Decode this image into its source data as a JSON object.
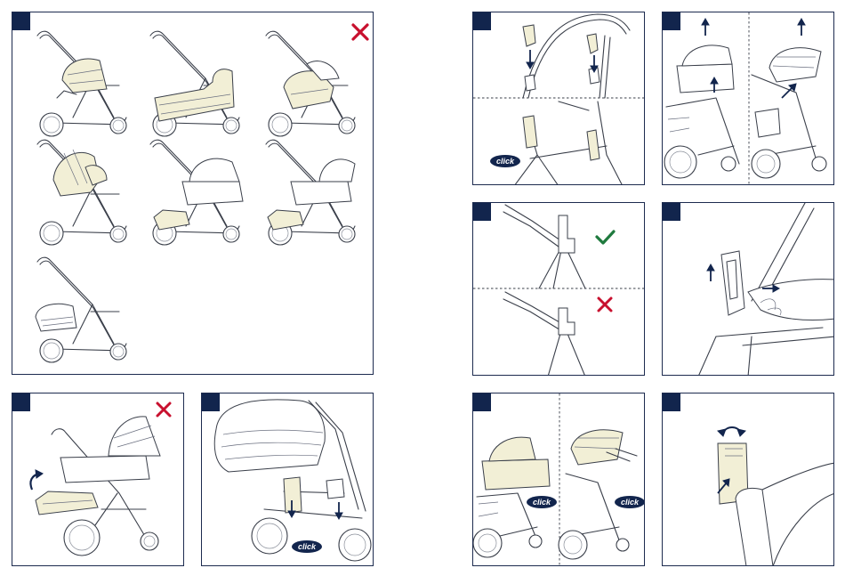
{
  "panels": [
    {
      "id": "p1",
      "number": ""
    },
    {
      "id": "p2",
      "number": ""
    },
    {
      "id": "p3",
      "number": ""
    },
    {
      "id": "p4",
      "number": ""
    },
    {
      "id": "p5",
      "number": ""
    },
    {
      "id": "p6",
      "number": ""
    },
    {
      "id": "p7",
      "number": ""
    },
    {
      "id": "p8",
      "number": ""
    }
  ],
  "labels": {
    "click": "click"
  },
  "icons": {
    "cross": "cross-mark-icon",
    "check": "check-mark-icon",
    "arrow": "arrow-icon",
    "rotate": "rotate-arrow-icon"
  },
  "colors": {
    "badge": "#12254d",
    "cross": "#c8102e",
    "check": "#1f7a3e",
    "cream": "#f2efd6",
    "line": "#3a3f4a"
  }
}
